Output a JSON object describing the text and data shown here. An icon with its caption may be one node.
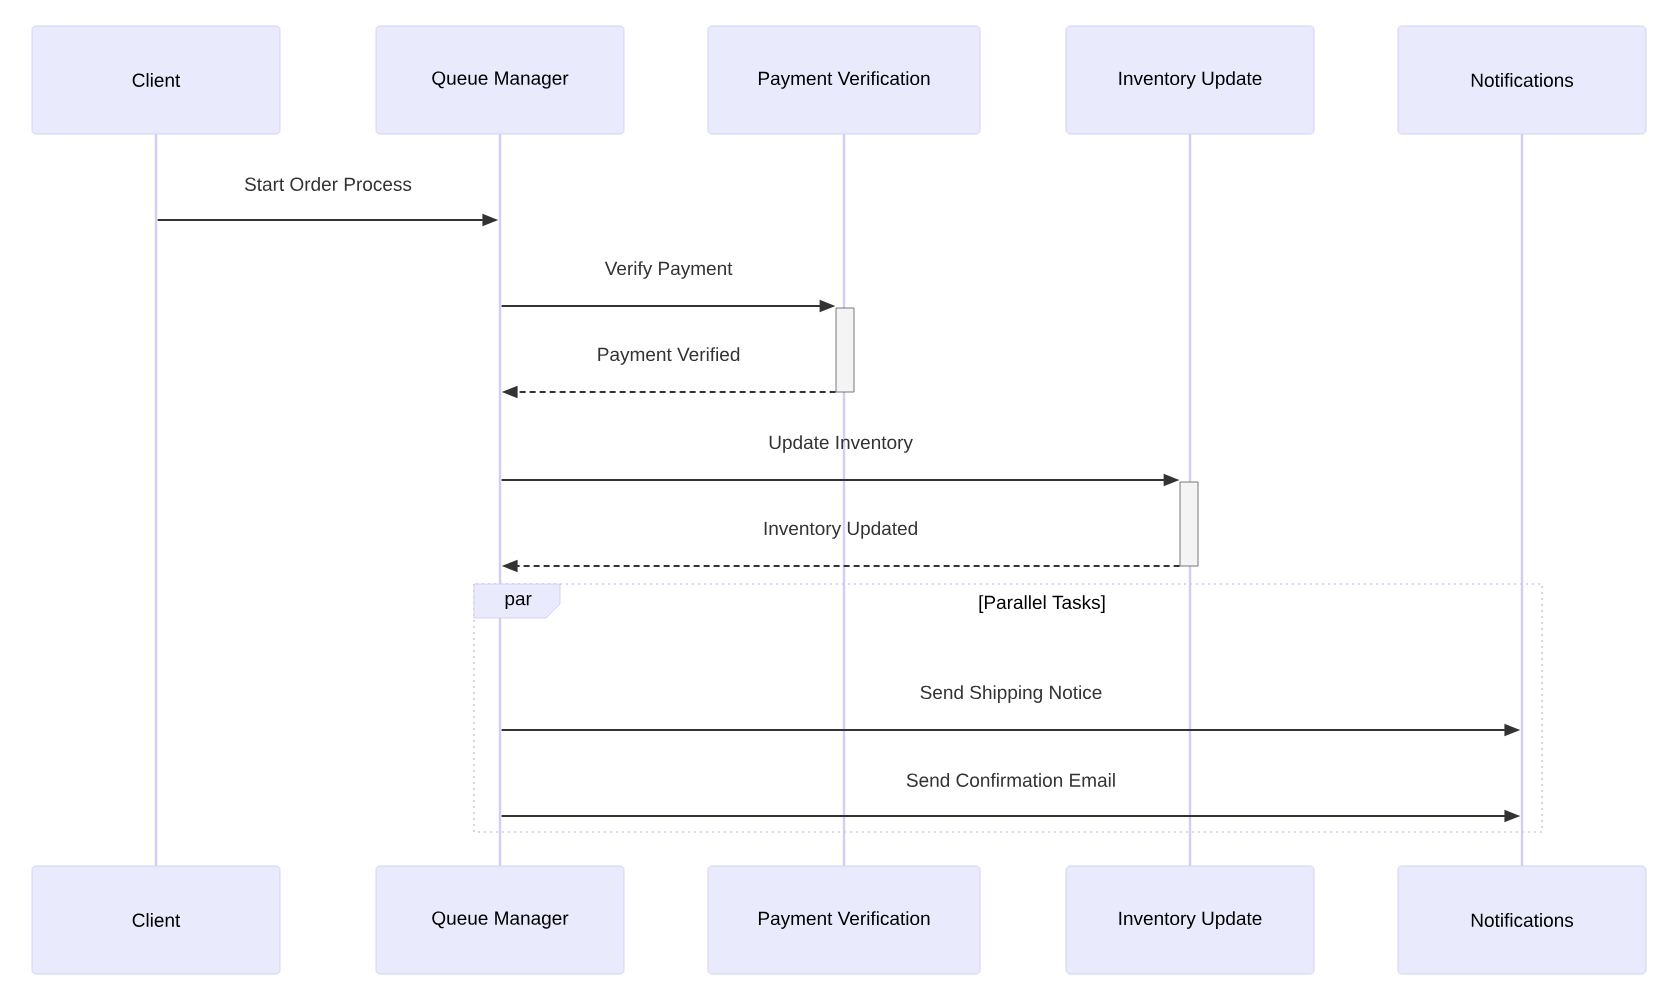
{
  "diagram": {
    "nodes": [
      {
        "text": [
          "Client"
        ]
      },
      {
        "text": [
          "Queue Manager"
        ]
      },
      {
        "text": [
          "Payment Verification"
        ]
      },
      {
        "text": [
          "Inventory Update"
        ]
      },
      {
        "text": [
          "Notifications"
        ]
      },
      {
        "text": [
          "Client"
        ]
      },
      {
        "text": [
          "Queue Manager"
        ]
      },
      {
        "text": [
          "Payment Verification"
        ]
      },
      {
        "text": [
          "Inventory Update"
        ]
      },
      {
        "text": [
          "Notifications"
        ]
      },
      {
        "text": [],
        "shape": "bar"
      },
      {
        "text": [],
        "shape": "bar"
      },
      {
        "text": [
          "par"
        ]
      },
      {
        "text": [],
        "shape": "line"
      },
      {
        "text": [],
        "shape": "line"
      },
      {
        "text": [],
        "shape": "line"
      },
      {
        "text": [],
        "shape": "line"
      },
      {
        "text": [],
        "shape": "line"
      }
    ],
    "edges": [
      {
        "from": 13,
        "to": 14,
        "arrow": "to",
        "label": "Start Order Process"
      },
      {
        "from": 14,
        "to": 10,
        "arrow": "to",
        "label": "Verify Payment"
      },
      {
        "from": 10,
        "to": 14,
        "arrow": "to",
        "label": "Payment Verified",
        "style": "dashed"
      },
      {
        "from": 14,
        "to": 11,
        "arrow": "to",
        "label": "Update Inventory"
      },
      {
        "from": 11,
        "to": 14,
        "arrow": "to",
        "label": "Inventory Updated",
        "style": "dashed"
      },
      {
        "from": 14,
        "to": 17,
        "arrow": "to",
        "label": "Send Shipping Notice"
      },
      {
        "from": 14,
        "to": 17,
        "arrow": "to",
        "label": "Send Confirmation Email"
      }
    ],
    "labels": [
      "[Parallel Tasks]"
    ]
  }
}
